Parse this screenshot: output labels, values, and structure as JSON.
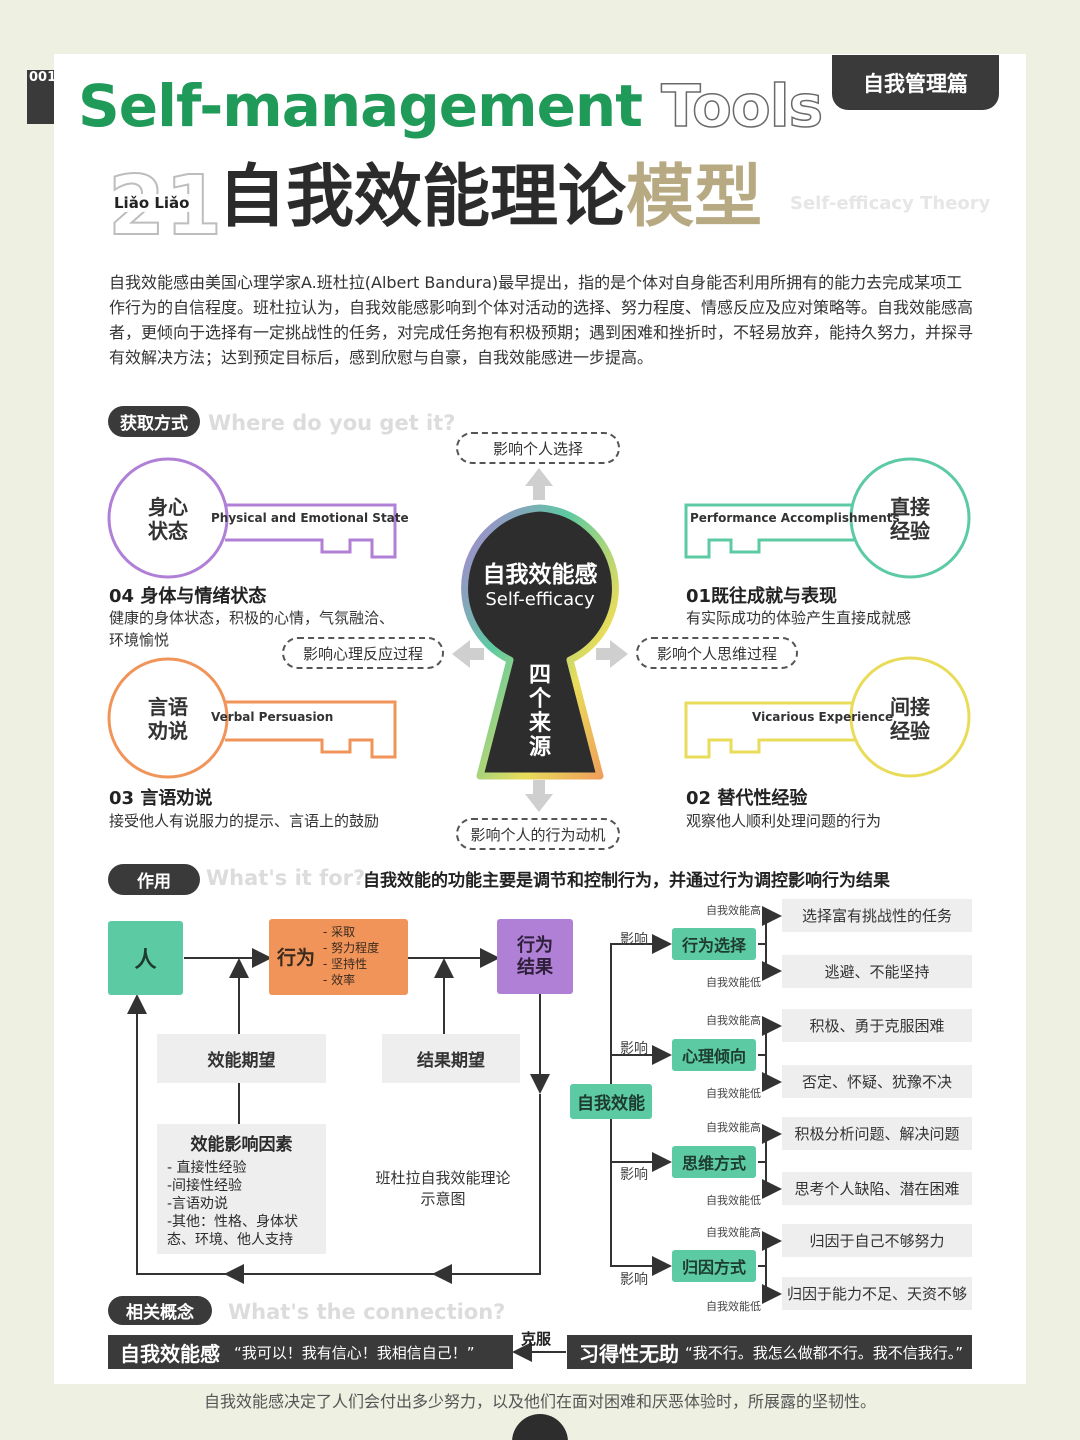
{
  "header": {
    "page_number": "001",
    "category": "自我管理篇",
    "title_main": "Self-management",
    "title_outline": "Tools",
    "number": "21",
    "brand": "Liǎo Liǎo",
    "subtitle_main": "自我效能理论",
    "subtitle_tail": "模型",
    "subtitle_en": "Self-efficacy Theory"
  },
  "intro": "自我效能感由美国心理学家A.班杜拉(Albert Bandura)最早提出，指的是个体对自身能否利用所拥有的能力去完成某项工作行为的自信程度。班杜拉认为，自我效能感影响到个体对活动的选择、努力程度、情感反应及应对策略等。自我效能感高者，更倾向于选择有一定挑战性的任务，对完成任务抱有积极预期；遇到困难和挫折时，不轻易放弃，能持久努力，并探寻有效解决方法；达到预定目标后，感到欣慰与自豪，自我效能感进一步提高。",
  "section1": {
    "label": "获取方式",
    "ghost": "Where do you get it?",
    "keyhole_cn": "自我效能感",
    "keyhole_en": "Self-efficacy",
    "keyhole_vertical": "四个来源",
    "influences": {
      "top": "影响个人选择",
      "left": "影响心理反应过程",
      "right": "影响个人思维过程",
      "bottom": "影响个人的行为动机"
    },
    "sources": [
      {
        "id": "physical",
        "circle": "身心\n状态",
        "en": "Physical and Emotional State",
        "title": "04 身体与情绪状态",
        "desc": "健康的身体状态，积极的心情，气氛融洽、环境愉悦",
        "color": "#b07fd6"
      },
      {
        "id": "verbal",
        "circle": "言语\n劝说",
        "en": "Verbal Persuasion",
        "title": "03 言语劝说",
        "desc": "接受他人有说服力的提示、言语上的鼓励",
        "color": "#f0945a"
      },
      {
        "id": "performance",
        "circle": "直接\n经验",
        "en": "Performance Accomplishments",
        "title": "01既往成就与表现",
        "desc": "有实际成功的体验产生直接成就感",
        "color": "#5ccaa2"
      },
      {
        "id": "vicarious",
        "circle": "间接\n经验",
        "en": "Vicarious Experience",
        "title": "02 替代性经验",
        "desc": "观察他人顺利处理问题的行为",
        "color": "#e9dc5a"
      }
    ]
  },
  "section2": {
    "label": "作用",
    "ghost": "What's it for?",
    "statement": "自我效能的功能主要是调节和控制行为，并通过行为调控影响行为结果",
    "person": "人",
    "behavior": "行为",
    "behavior_items": [
      "- 采取",
      "- 努力程度",
      "- 坚持性",
      "- 效率"
    ],
    "result": "行为\n结果",
    "efficacy_expect": "效能期望",
    "result_expect": "结果期望",
    "factors_title": "效能影响因素",
    "factors": [
      "- 直接性经验",
      "-间接性经验",
      "-言语劝说",
      "-其他：性格、身体状态、环境、他人支持"
    ],
    "diagram_caption": "班杜拉自我效能理论\n示意图",
    "hub": "自我效能",
    "influence_word": "影响",
    "high": "自我效能高",
    "low": "自我效能低",
    "branches": [
      {
        "label": "行为选择",
        "high_text": "选择富有挑战性的任务",
        "low_text": "逃避、不能坚持"
      },
      {
        "label": "心理倾向",
        "high_text": "积极、勇于克服困难",
        "low_text": "否定、怀疑、犹豫不决"
      },
      {
        "label": "思维方式",
        "high_text": "积极分析问题、解决问题",
        "low_text": "思考个人缺陷、潜在困难"
      },
      {
        "label": "归因方式",
        "high_text": "归因于自己不够努力",
        "low_text": "归因于能力不足、天资不够"
      }
    ]
  },
  "section3": {
    "label": "相关概念",
    "ghost": "What's the connection?",
    "left_term": "自我效能感",
    "left_quote": "“我可以！我有信心！我相信自己！”",
    "overcome": "克服",
    "right_term": "习得性无助",
    "right_quote": "“我不行。我怎么做都不行。我不信我行。”"
  },
  "footer": "自我效能感决定了人们会付出多少努力，以及他们在面对困难和厌恶体验时，所展露的坚韧性。",
  "colors": {
    "green_title": "#1f9a58",
    "dark": "#3a3a3a",
    "purple": "#b07fd6",
    "orange": "#f0945a",
    "teal": "#5ccaa2",
    "yellow": "#e9dc5a"
  }
}
